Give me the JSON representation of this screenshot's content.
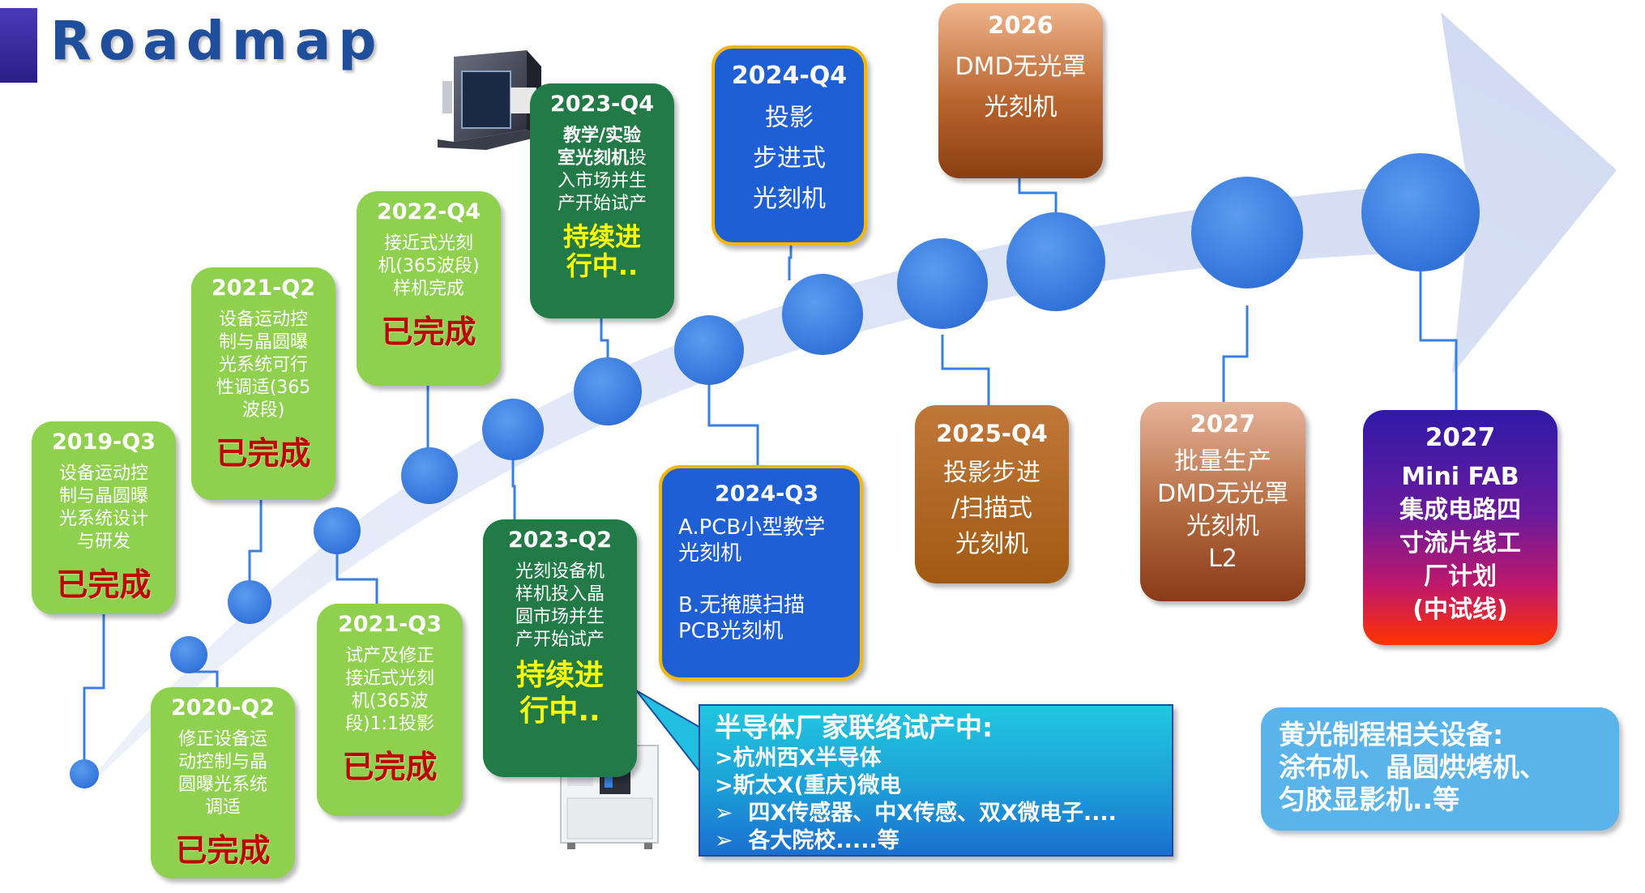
{
  "title": "Roadmap",
  "colors": {
    "completed_box": "#8fd14f",
    "completed_status": "#c00000",
    "ongoing_box": "#227a46",
    "ongoing_status": "#ffff00",
    "blue_box": "#1f5fd6",
    "blue_border": "#f5b800",
    "milestone_circle": "#3a7fe0",
    "arrow": "#d7dff4",
    "callout": "#1da3d8",
    "note": "#5ab4ea"
  },
  "milestones": [
    {
      "id": "m2019q3",
      "year": "2019-Q3",
      "text": "设备运动控\n制与晶圆曝\n光系统设计\n与研发",
      "status": "已完成"
    },
    {
      "id": "m2020q2",
      "year": "2020-Q2",
      "text": "修正设备运\n动控制与晶\n圆曝光系统\n调适",
      "status": "已完成"
    },
    {
      "id": "m2021q2",
      "year": "2021-Q2",
      "text": "设备运动控\n制与晶圆曝\n光系统可行\n性调适(365\n波段)",
      "status": "已完成"
    },
    {
      "id": "m2021q3",
      "year": "2021-Q3",
      "text": "试产及修正\n接近式光刻\n机(365波\n段)1:1投影",
      "status": "已完成"
    },
    {
      "id": "m2022q4",
      "year": "2022-Q4",
      "text": "接近式光刻\n机(365波段)\n样机完成",
      "status": "已完成"
    },
    {
      "id": "m2023q2",
      "year": "2023-Q2",
      "text": "光刻设备机\n样机投入晶\n圆市场并生\n产开始试产",
      "status": "持续进\n行中.."
    },
    {
      "id": "m2023q4",
      "year": "2023-Q4",
      "text_bold": "教学/实验\n室光刻机",
      "text": "投\n入市场并生\n产开始试产",
      "status": "持续进\n行中.."
    },
    {
      "id": "m2024q3",
      "year": "2024-Q3",
      "text": "A.PCB小型教学\n  光刻机\n\nB.无掩膜扫描\n  PCB光刻机"
    },
    {
      "id": "m2024q4",
      "year": "2024-Q4",
      "text": "投影\n步进式\n光刻机"
    },
    {
      "id": "m2025q4",
      "year": "2025-Q4",
      "text": "投影步进\n/扫描式\n光刻机"
    },
    {
      "id": "m2026",
      "year": "2026",
      "text": "DMD无光罩\n光刻机"
    },
    {
      "id": "m2027a",
      "year": "2027",
      "text": "批量生产\nDMD无光罩\n光刻机\nL2"
    },
    {
      "id": "m2027b",
      "year": "2027",
      "text": "Mini FAB\n集成电路四\n寸流片线工\n厂计划\n(中试线)"
    }
  ],
  "callout": {
    "title": "半导体厂家联络试产中:",
    "lines": [
      ">杭州西X半导体",
      ">斯太X(重庆)微电",
      "➢  四X传感器、中X传感、双X微电子....",
      "➢  各大院校.....等"
    ]
  },
  "note": {
    "lines": [
      "黄光制程相关设备:",
      "涂布机、晶圆烘烤机、",
      "匀胶显影机..等"
    ]
  }
}
